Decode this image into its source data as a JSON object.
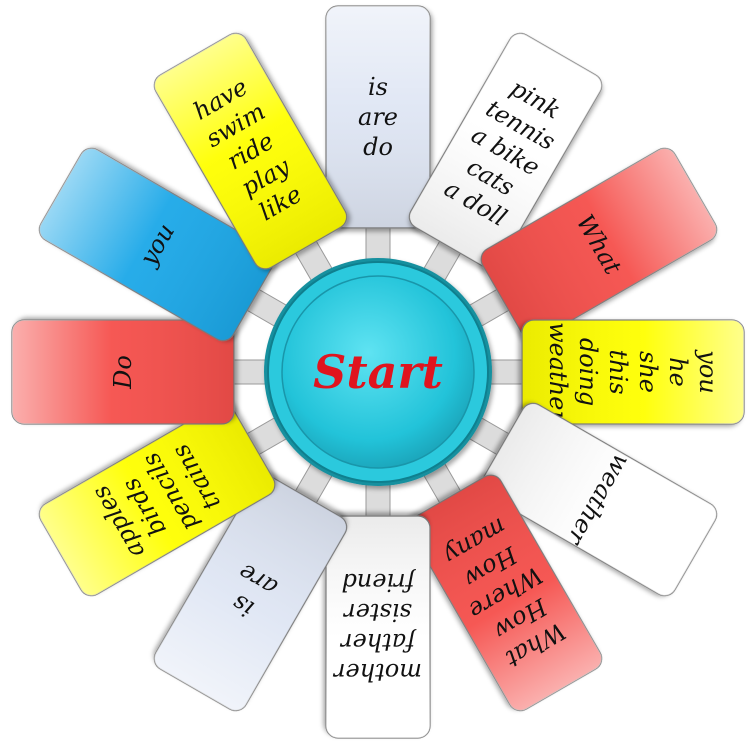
{
  "center": {
    "label": "Start",
    "color": "#2bc9dd",
    "text_color": "#e0141e"
  },
  "cards": [
    {
      "id": "top",
      "color": "#dfe6f4",
      "words": [
        "is",
        "are",
        "do"
      ]
    },
    {
      "id": "top-right",
      "color": "#ffffff",
      "words": [
        "pink",
        "tennis",
        "a bike",
        "cats",
        "a doll"
      ]
    },
    {
      "id": "right-upper",
      "color": "#f5504c",
      "words": [
        "What"
      ]
    },
    {
      "id": "right",
      "color": "#ffff00",
      "words": [
        "you",
        "he",
        "she",
        "this",
        "doing",
        "weather"
      ]
    },
    {
      "id": "right-lower",
      "color": "#ffffff",
      "words": [
        "weather"
      ]
    },
    {
      "id": "bottom-right",
      "color": "#f5504c",
      "words": [
        "What",
        "How",
        "Where",
        "How",
        "many"
      ]
    },
    {
      "id": "bottom",
      "color": "#ffffff",
      "words": [
        "mother",
        "father",
        "sister",
        "friend"
      ]
    },
    {
      "id": "bottom-left",
      "color": "#dfe6f4",
      "words": [
        "is",
        "are"
      ]
    },
    {
      "id": "left-lower",
      "color": "#ffff00",
      "words": [
        "apples",
        "birds",
        "pencils",
        "trains"
      ]
    },
    {
      "id": "left",
      "color": "#f5504c",
      "words": [
        "Do"
      ]
    },
    {
      "id": "left-upper",
      "color": "#1fa8e8",
      "words": [
        "you"
      ]
    },
    {
      "id": "top-left",
      "color": "#ffff00",
      "words": [
        "have",
        "swim",
        "ride",
        "play",
        "like"
      ]
    }
  ]
}
